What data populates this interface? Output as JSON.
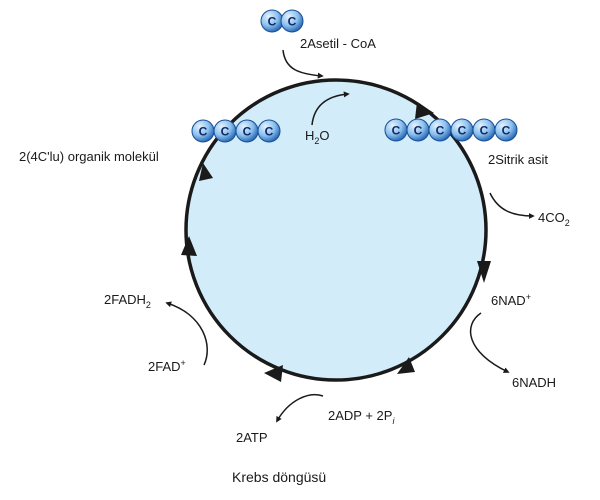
{
  "atom_label": "C",
  "colors": {
    "circle_fill": "#d2ecf9",
    "ring": "#1a1a1a",
    "atom_light": "#cfe6fa",
    "atom_dark": "#1e5fb0"
  },
  "labels": {
    "acetyl_coa": "2Asetil - CoA",
    "water_h": "H",
    "water_sub": "2",
    "water_o": "O",
    "citric_acid": "2Sitrik asit",
    "co2_main": "4CO",
    "co2_sub": "2",
    "nad": "6NAD",
    "nad_sup": "+",
    "nadh": "6NADH",
    "adp_main": "2ADP + 2P",
    "adp_sub": "i",
    "atp": "2ATP",
    "fad": "2FAD",
    "fad_sup": "+",
    "fadh_main": "2FADH",
    "fadh_sub": "2",
    "four_c": "2(4C'lu) organik molekül"
  },
  "caption": "Krebs döngüsü"
}
